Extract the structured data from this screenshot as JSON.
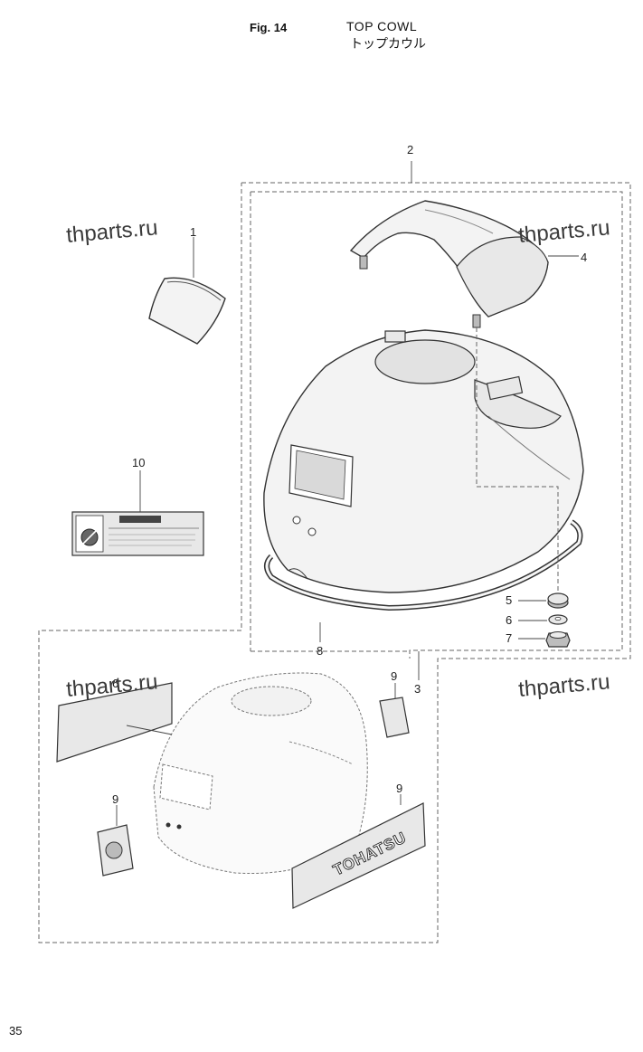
{
  "header": {
    "fig_label": "Fig. 14",
    "title_en": "TOP COWL",
    "title_jp": "トップカウル"
  },
  "page_number": "35",
  "watermarks": [
    "thparts.ru",
    "thparts.ru",
    "thparts.ru",
    "thparts.ru"
  ],
  "callouts": {
    "c1": "1",
    "c2": "2",
    "c3": "3",
    "c4": "4",
    "c5": "5",
    "c6": "6",
    "c7": "7",
    "c8": "8",
    "c9a": "9",
    "c9b": "9",
    "c9c": "9",
    "c10": "10",
    "c6b": "6"
  },
  "decal_text": "TOHATSU"
}
